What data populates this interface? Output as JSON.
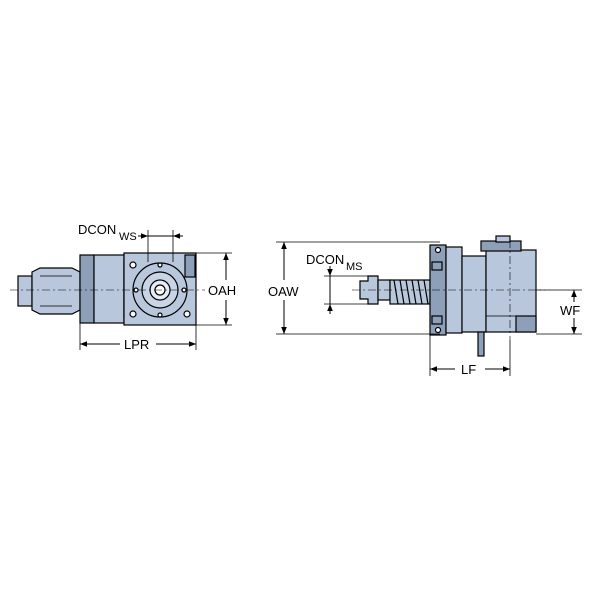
{
  "labels": {
    "dcon_ws_main": "DCON",
    "dcon_ws_sub": "WS",
    "oah": "OAH",
    "lpr": "LPR",
    "oaw": "OAW",
    "dcon_ms_main": "DCON",
    "dcon_ms_sub": "MS",
    "wf": "WF",
    "lf": "LF"
  },
  "colors": {
    "body_fill": "#b9c7dc",
    "dark_fill": "#8e9fb9",
    "line": "#000000",
    "background": "#ffffff"
  }
}
